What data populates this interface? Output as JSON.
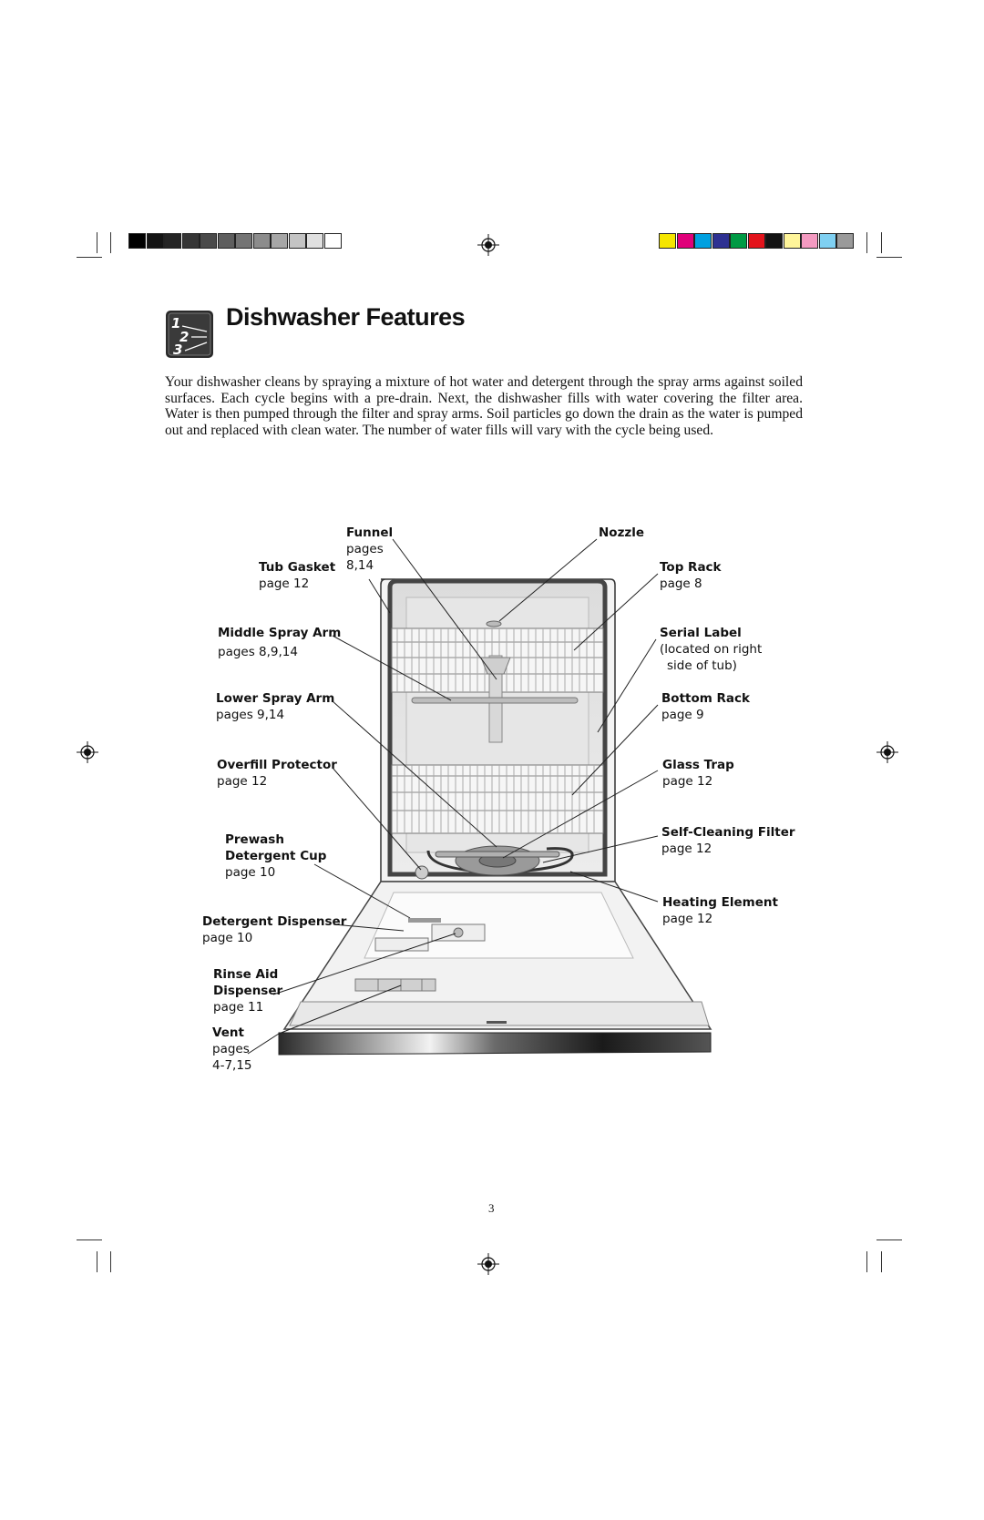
{
  "page": {
    "title": "Dishwasher Features",
    "intro": "Your dishwasher cleans by spraying a mixture of hot water and detergent through the spray arms against soiled surfaces. Each cycle begins with a pre-drain. Next, the dishwasher fills with water covering the filter area. Water is then pumped through the filter and spray arms. Soil particles go down the drain as the water is pumped out and replaced with clean water. The number of water fills  will vary with the cycle being used.",
    "page_number": "3",
    "section_icon": "numbered-steps-icon",
    "section_icon_digits": [
      "1",
      "2",
      "3"
    ]
  },
  "print_marks": {
    "gray_swatches": [
      "#000000",
      "#141414",
      "#242424",
      "#363636",
      "#4a4a4a",
      "#5e5e5e",
      "#747474",
      "#8c8c8c",
      "#a6a6a6",
      "#c4c4c4",
      "#e0e0e0",
      "#ffffff"
    ],
    "color_swatches": [
      "#f5e600",
      "#e0007a",
      "#00a0e0",
      "#2e3192",
      "#009a44",
      "#e3141c",
      "#141414",
      "#fff59a",
      "#f49ac1",
      "#7fd0f2",
      "#9a9a9a"
    ]
  },
  "labels": {
    "funnel": {
      "name": "Funnel",
      "pages": "pages",
      "ref": "8,14"
    },
    "nozzle": {
      "name": "Nozzle"
    },
    "tub_gasket": {
      "name": "Tub Gasket",
      "ref": "page  12"
    },
    "top_rack": {
      "name": "Top Rack",
      "ref": "page  8"
    },
    "middle_spray_arm": {
      "name": "Middle Spray Arm",
      "ref": "pages  8,9,14"
    },
    "serial_label": {
      "name": "Serial Label",
      "line1": "(located on right",
      "line2": "side of tub)"
    },
    "lower_spray_arm": {
      "name": "Lower Spray Arm",
      "ref": "pages  9,14"
    },
    "bottom_rack": {
      "name": "Bottom Rack",
      "ref": "page  9"
    },
    "overfill_protector": {
      "name": "Overfill  Protector",
      "ref": "page  12"
    },
    "glass_trap": {
      "name": "Glass Trap",
      "ref": "page  12"
    },
    "prewash_cup": {
      "name1": "Prewash",
      "name2": "Detergent Cup",
      "ref": "page  10"
    },
    "self_cleaning_filter": {
      "name": "Self-Cleaning Filter",
      "ref": "page  12"
    },
    "detergent_dispenser": {
      "name": "Detergent Dispenser",
      "ref": "page  10"
    },
    "heating_element": {
      "name": "Heating Element",
      "ref": "page  12"
    },
    "rinse_aid": {
      "name1": "Rinse Aid",
      "name2": "Dispenser",
      "ref": "page  11"
    },
    "vent": {
      "name": "Vent",
      "pages": "pages",
      "ref": "4-7,15"
    }
  }
}
